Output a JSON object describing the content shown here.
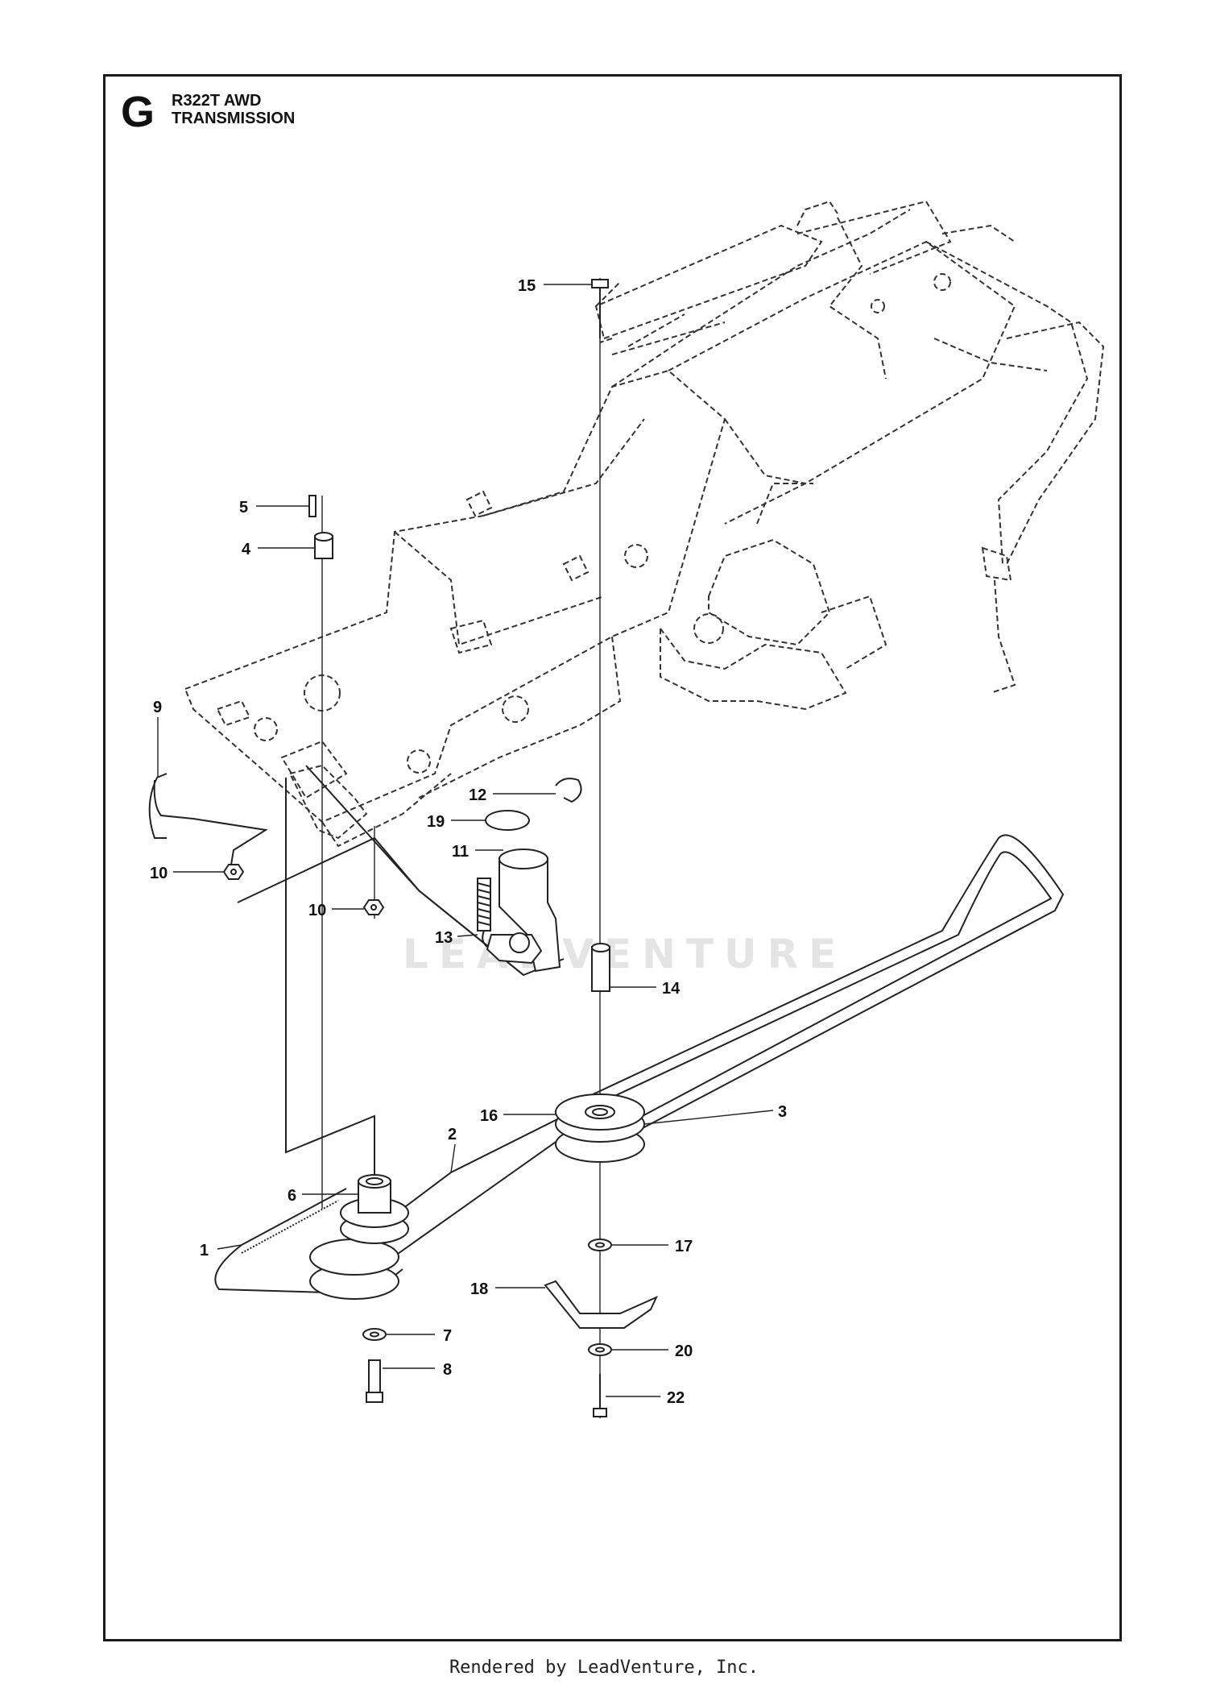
{
  "header": {
    "section_letter": "G",
    "model": "R322T AWD",
    "assembly": "TRANSMISSION"
  },
  "watermark": "LEADVENTURE",
  "footer": "Rendered by LeadVenture, Inc.",
  "callouts": [
    "1",
    "2",
    "3",
    "4",
    "5",
    "6",
    "7",
    "8",
    "9",
    "10",
    "10",
    "11",
    "12",
    "13",
    "14",
    "15",
    "16",
    "17",
    "18",
    "19",
    "20",
    "22"
  ]
}
